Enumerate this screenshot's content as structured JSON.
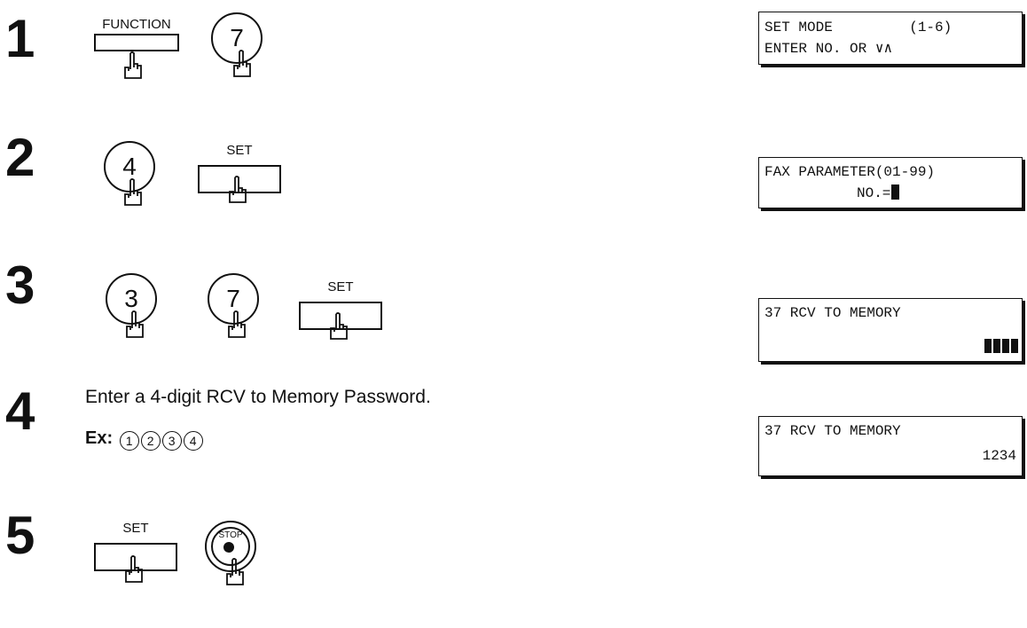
{
  "steps": [
    {
      "number": "1"
    },
    {
      "number": "2"
    },
    {
      "number": "3"
    },
    {
      "number": "4"
    },
    {
      "number": "5"
    }
  ],
  "keys": {
    "function": "FUNCTION",
    "set": "SET",
    "stop": "STOP",
    "step1_digit": "7",
    "step2_digit": "4",
    "step3_digit_a": "3",
    "step3_digit_b": "7"
  },
  "step4": {
    "instruction": "Enter a 4-digit RCV to Memory Password.",
    "example_label": "Ex:",
    "example_digits": [
      "1",
      "2",
      "3",
      "4"
    ]
  },
  "displays": [
    {
      "line1": "SET MODE         (1-6)",
      "line2": "ENTER NO. OR ∨∧"
    },
    {
      "line1": "FAX PARAMETER(01-99)",
      "line2": "NO.="
    },
    {
      "line1": "37 RCV TO MEMORY"
    },
    {
      "line1": "37 RCV TO MEMORY",
      "line2": "1234"
    }
  ]
}
